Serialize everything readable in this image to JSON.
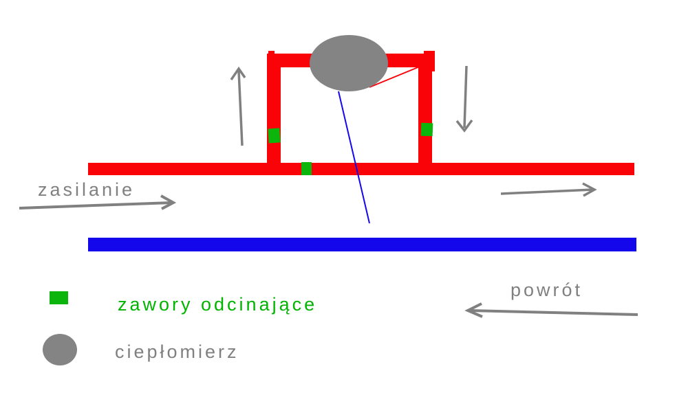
{
  "labels": {
    "supply": "zasilanie",
    "return": "powrót",
    "legend_valves": "zawory odcinające",
    "legend_meter": "ciepłomierz"
  },
  "colors": {
    "background": "#ffffff",
    "pipe_red": "#fa0308",
    "pipe_blue": "#1507eb",
    "valve_green": "#0cb50c",
    "meter_gray": "#848484",
    "arrow_gray": "#808080",
    "text_gray": "#808080",
    "text_green": "#00b400"
  }
}
